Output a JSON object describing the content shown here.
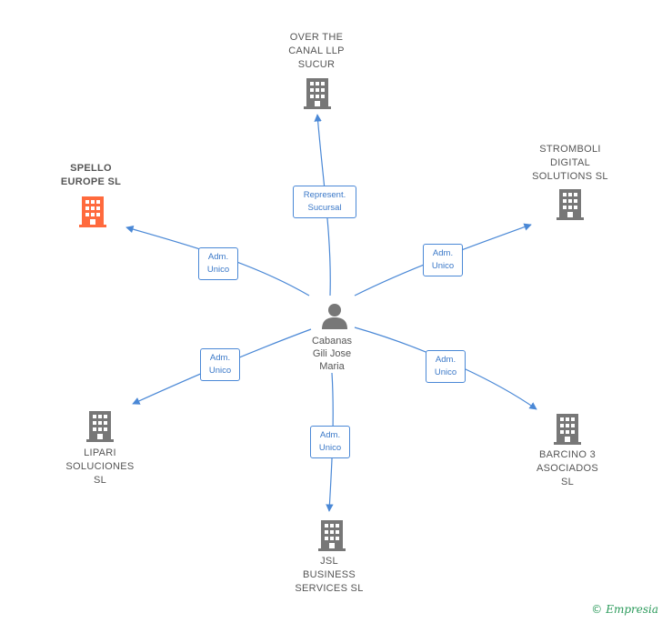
{
  "center": {
    "name": "Cabanas\nGili Jose\nMaria",
    "icon": "person-icon"
  },
  "companies": {
    "over_the_canal": {
      "name": "OVER THE\nCANAL LLP\nSUCUR",
      "icon": "building-icon",
      "color": "#777777"
    },
    "spello": {
      "name": "SPELLO\nEUROPE SL",
      "icon": "building-icon",
      "color": "#ff6a3d",
      "highlighted": true
    },
    "stromboli": {
      "name": "STROMBOLI\nDIGITAL\nSOLUTIONS SL",
      "icon": "building-icon",
      "color": "#777777"
    },
    "lipari": {
      "name": "LIPARI\nSOLUCIONES\nSL",
      "icon": "building-icon",
      "color": "#777777"
    },
    "barcino": {
      "name": "BARCINO 3\nASOCIADOS\nSL",
      "icon": "building-icon",
      "color": "#777777"
    },
    "jsl": {
      "name": "JSL\nBUSINESS\nSERVICES SL",
      "icon": "building-icon",
      "color": "#777777"
    }
  },
  "relations": {
    "over_the_canal": "Represent.\nSucursal",
    "spello": "Adm.\nUnico",
    "stromboli": "Adm.\nUnico",
    "lipari": "Adm.\nUnico",
    "barcino": "Adm.\nUnico",
    "jsl": "Adm.\nUnico"
  },
  "footer": {
    "copyright": "©",
    "brand": "Empresia"
  },
  "colors": {
    "edge": "#4a88d6",
    "label_text": "#555555",
    "accent": "#ff6a3d"
  }
}
